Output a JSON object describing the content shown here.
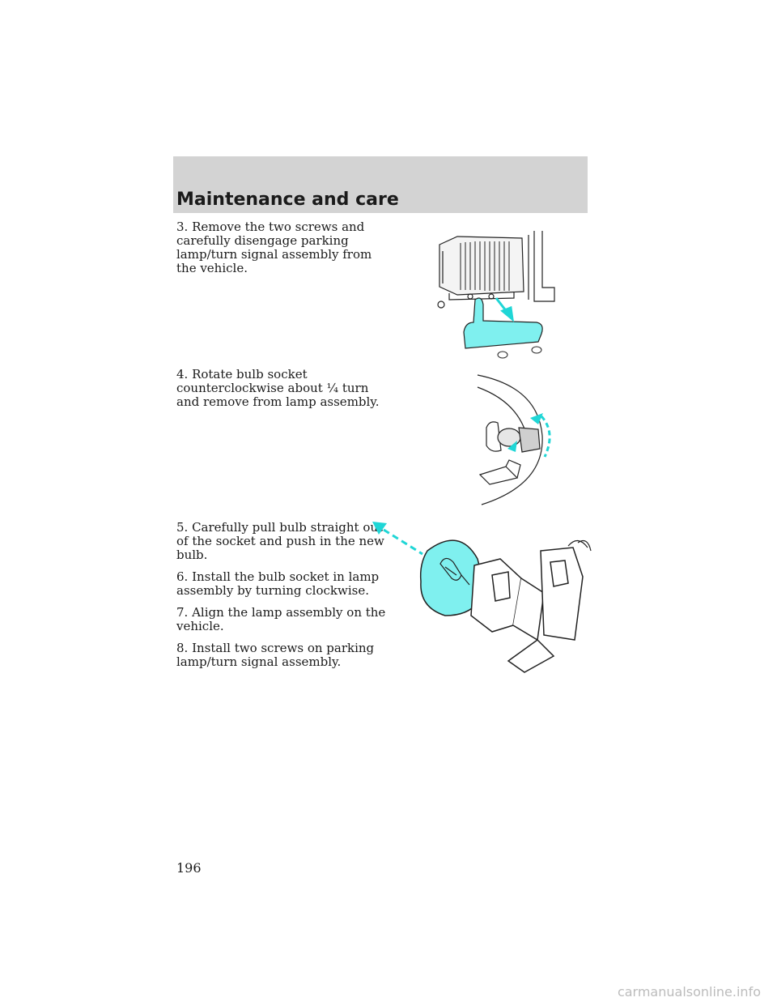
{
  "header": {
    "title": "Maintenance and care"
  },
  "steps": [
    "3. Remove the two screws and carefully disengage parking lamp/turn signal assembly from the vehicle.",
    "4. Rotate bulb socket counterclockwise about ¼ turn and remove from lamp assembly.",
    "5. Carefully pull bulb straight out of the socket and push in the new bulb.",
    "6. Install the bulb socket in lamp assembly by turning clockwise.",
    "7. Align the lamp assembly on the vehicle.",
    "8. Install two screws on parking lamp/turn signal assembly."
  ],
  "page_number": "196",
  "watermark": "carmanualsonline.info",
  "colors": {
    "header_band": "#d3d3d3",
    "highlight": "#7ff0ef",
    "arrow": "#1fd6d6"
  }
}
